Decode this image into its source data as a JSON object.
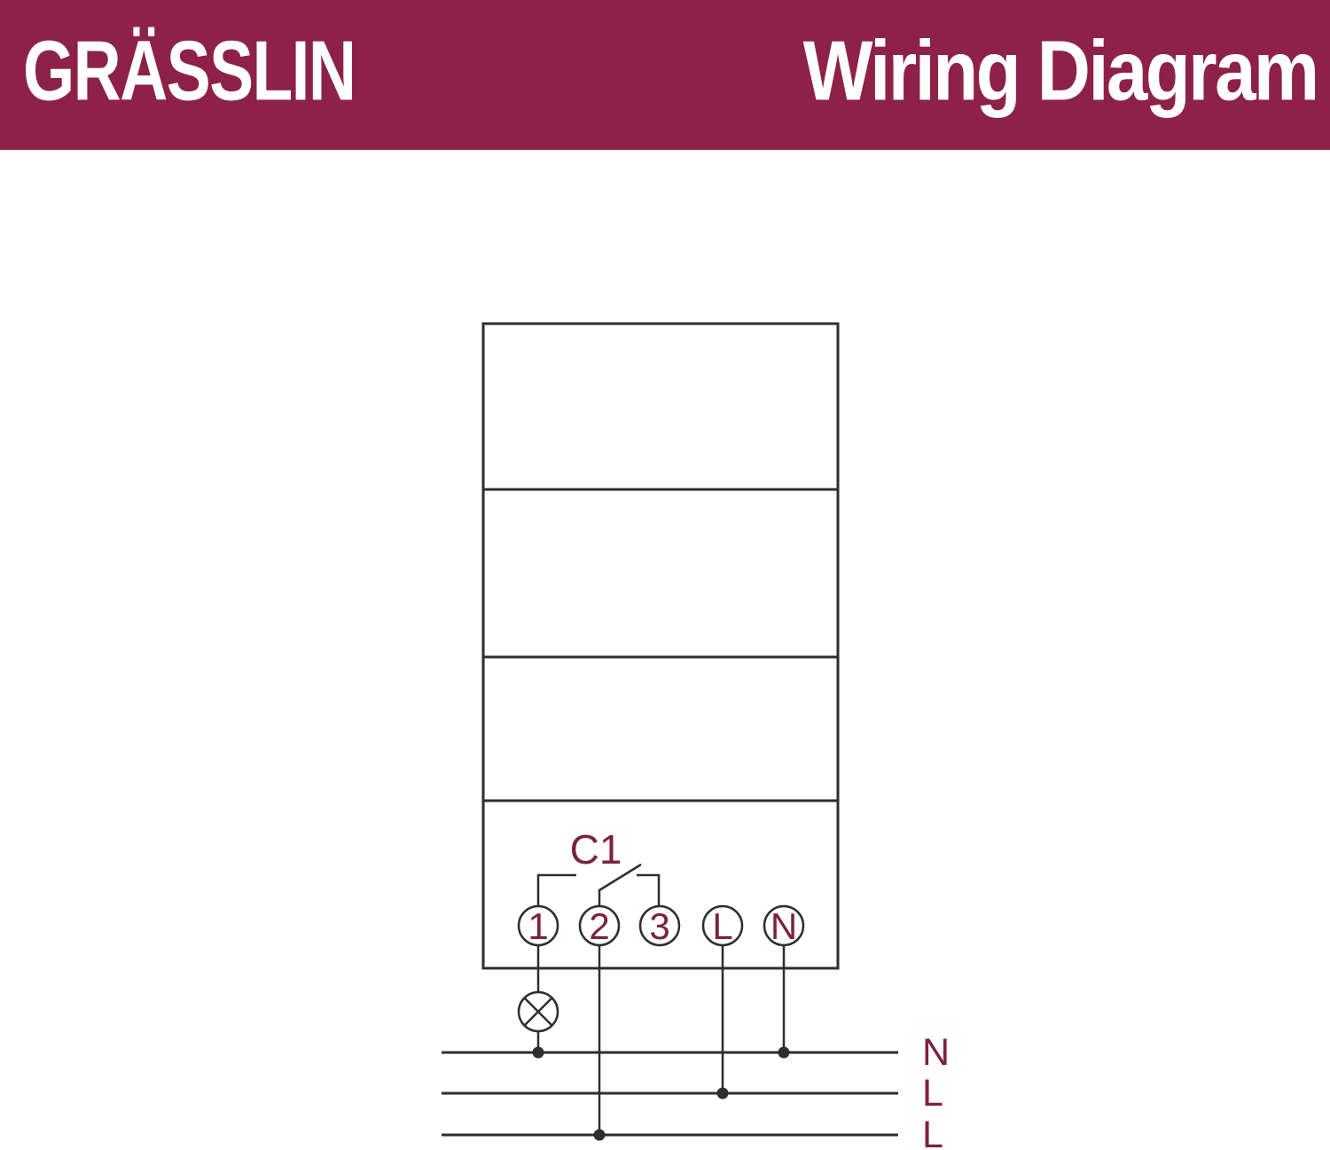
{
  "header": {
    "brand": "GRÄSSLIN",
    "title": "Wiring Diagram"
  },
  "colors": {
    "header_bg": "#8e2148",
    "header_text": "#ffffff",
    "label": "#7d2140",
    "line": "#2e2e2e"
  },
  "diagram": {
    "relay_label": "C1",
    "terminals": [
      "1",
      "2",
      "3",
      "L",
      "N"
    ],
    "bus_labels": [
      "N",
      "L",
      "L"
    ],
    "lamp_icon": "lamp-cross-circle"
  }
}
